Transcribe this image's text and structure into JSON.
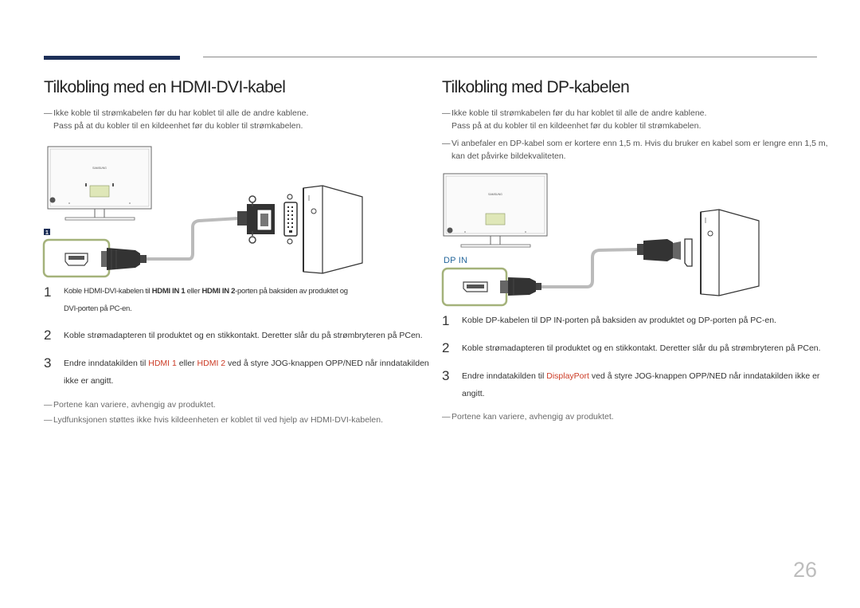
{
  "left": {
    "title": "Tilkobling med en HDMI-DVI-kabel",
    "note1_line1": "Ikke koble til strømkabelen før du har koblet til alle de andre kablene.",
    "note1_line2": "Pass på at du kobler til en kildeenhet før du kobler til strømkabelen.",
    "port_badge": "1",
    "steps": [
      {
        "num": "1",
        "line1_pre": "Koble HDMI-DVI-kabelen til ",
        "hdmi_in_1": "HDMI IN 1",
        "line1_mid": " eller ",
        "hdmi_in_2": "HDMI IN 2",
        "line1_post": "-porten på baksiden av produktet og",
        "line2": "DVI-porten på PC-en."
      },
      {
        "num": "2",
        "text": "Koble strømadapteren til produktet og en stikkontakt. Deretter slår du på strømbryteren på PCen."
      },
      {
        "num": "3",
        "pre": "Endre inndatakilden til ",
        "hl1": "HDMI 1",
        "mid": " eller ",
        "hl2": "HDMI 2",
        "post": " ved å styre JOG-knappen OPP/NED når inndatakilden",
        "line2": "ikke er angitt."
      }
    ],
    "foot1": "Portene kan variere, avhengig av produktet.",
    "foot2": "Lydfunksjonen støttes ikke hvis kildeenheten er koblet til ved hjelp av HDMI-DVI-kabelen."
  },
  "right": {
    "title": "Tilkobling med DP-kabelen",
    "note1_line1": "Ikke koble til strømkabelen før du har koblet til alle de andre kablene.",
    "note1_line2": "Pass på at du kobler til en kildeenhet før du kobler til strømkabelen.",
    "note2_line1": "Vi anbefaler en DP-kabel som er kortere enn 1,5 m. Hvis du bruker en kabel som er lengre enn 1,5 m,",
    "note2_line2": "kan det påvirke bildekvaliteten.",
    "dp_in_label": "DP IN",
    "steps": [
      {
        "num": "1",
        "text": "Koble DP-kabelen til DP IN-porten på baksiden av produktet og DP-porten på PC-en."
      },
      {
        "num": "2",
        "text": "Koble strømadapteren til produktet og en stikkontakt. Deretter slår du på strømbryteren på PCen."
      },
      {
        "num": "3",
        "pre": "Endre inndatakilden til ",
        "hl": "DisplayPort",
        "post": " ved å styre JOG-knappen OPP/NED når inndatakilden ikke er",
        "line2": "angitt."
      }
    ],
    "foot1": "Portene kan variere, avhengig av produktet."
  },
  "monitor_brand": "SAMSUNG",
  "page_number": "26",
  "colors": {
    "accent_bar": "#1d2f58",
    "highlight": "#cc3b25",
    "port_box": "#a4b27a",
    "dp_label": "#27689c"
  }
}
